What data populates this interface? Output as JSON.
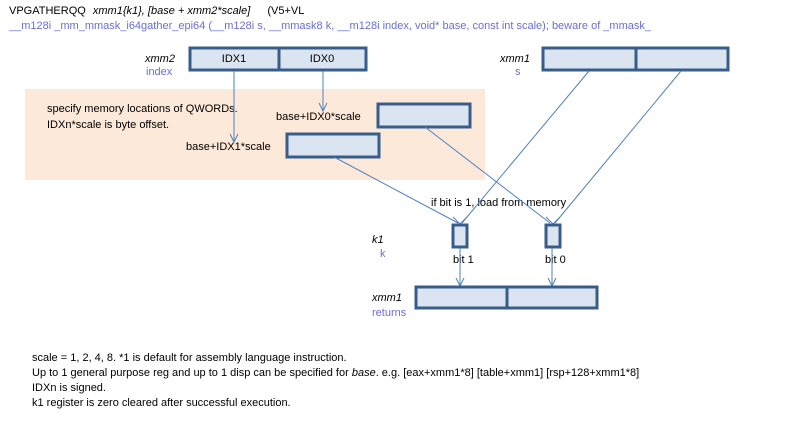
{
  "header": {
    "instruction": "VPGATHERQQ",
    "operands": "xmm1{k1}, [base + xmm2*scale]",
    "extension": "(V5+VL",
    "intrinsic": "__m128i _mm_mmask_i64gather_epi64 (__m128i s, __mmask8 k, __m128i index, void* base, const int scale);  beware of _mmask_"
  },
  "index_register": {
    "name": "xmm2",
    "role": "index",
    "cells": [
      "IDX1",
      "IDX0"
    ]
  },
  "source_register": {
    "name": "xmm1",
    "role": "s",
    "cells": [
      "",
      ""
    ]
  },
  "memory_note": {
    "line1": "specify memory  locations of QWORDs.",
    "line2": "IDXn*scale is byte offset.",
    "addr0": "base+IDX0*scale",
    "addr1": "base+IDX1*scale"
  },
  "mask": {
    "name": "k1",
    "role": "k",
    "condition": "if bit is 1, load from memory",
    "bits": [
      "bit 1",
      "bit 0"
    ]
  },
  "result_register": {
    "name": "xmm1",
    "role": "returns",
    "cells": [
      "",
      ""
    ]
  },
  "notes": [
    "scale = 1, 2, 4, 8.   *1  is default for assembly language instruction.",
    "Up to 1 general purpose reg  and up to 1 disp can be specified for ",
    "base",
    ".  e.g. [eax+xmm1*8]   [table+xmm1]   [rsp+128+xmm1*8]",
    "IDXn is signed.",
    "k1 register is zero cleared after successful execution."
  ],
  "colors": {
    "register_fill": "#dbe5f1",
    "register_border": "#385d8a",
    "arrow": "#4f81bd",
    "note_background": "#fde9d9",
    "intrinsic_text": "#6a6fd4"
  }
}
